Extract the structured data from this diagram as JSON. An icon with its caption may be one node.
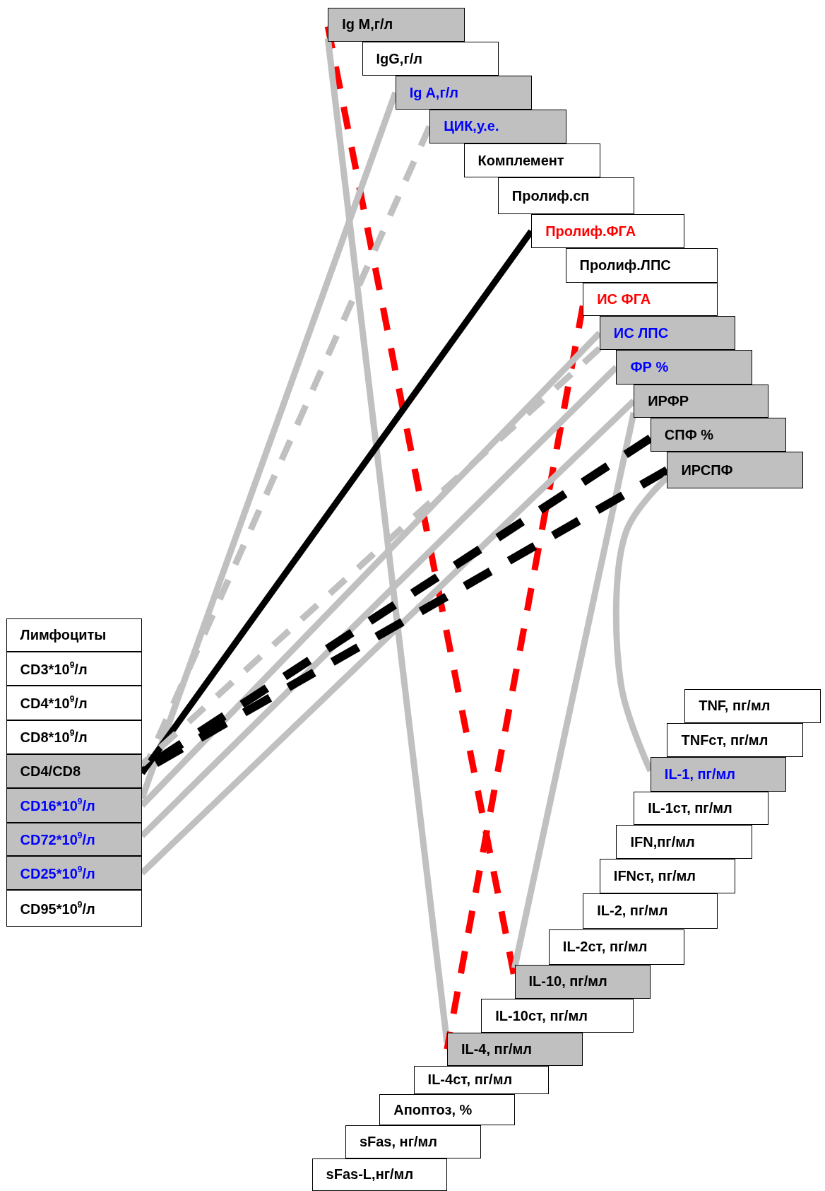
{
  "diagram": {
    "nodes": [
      {
        "text": [
          "Ig M,г/л"
        ]
      },
      {
        "text": [
          "IgG,г/л"
        ]
      },
      {
        "text": [
          "Ig A,г/л"
        ]
      },
      {
        "text": [
          "ЦИК,у.е."
        ]
      },
      {
        "text": [
          "Комплемент"
        ]
      },
      {
        "text": [
          "Пролиф.сп"
        ]
      },
      {
        "text": [
          "Пролиф.ФГА"
        ]
      },
      {
        "text": [
          "Пролиф.ЛПС"
        ]
      },
      {
        "text": [
          "ИС ФГА"
        ]
      },
      {
        "text": [
          "ИС ЛПС"
        ]
      },
      {
        "text": [
          "ФР %"
        ]
      },
      {
        "text": [
          "ИРФР"
        ]
      },
      {
        "text": [
          "СПФ %"
        ]
      },
      {
        "text": [
          "ИРСПФ"
        ]
      },
      {
        "text": [
          "Лимфоциты"
        ]
      },
      {
        "text": [
          "CD3*10$^{9}$/л"
        ]
      },
      {
        "text": [
          "CD4*10$^{9}$/л"
        ]
      },
      {
        "text": [
          "CD8*10$^{9}$/л"
        ]
      },
      {
        "text": [
          "CD4/CD8"
        ]
      },
      {
        "text": [
          "CD16*10$^{9}$/л"
        ]
      },
      {
        "text": [
          "CD72*10$^{9}$/л"
        ]
      },
      {
        "text": [
          "CD25*10$^{9}$/л"
        ]
      },
      {
        "text": [
          "CD95*10$^{9}$/л"
        ]
      },
      {
        "text": [
          "TNF, пг/мл"
        ]
      },
      {
        "text": [
          "TNFст, пг/мл"
        ]
      },
      {
        "text": [
          "IL-1, пг/мл"
        ]
      },
      {
        "text": [
          "IL-1ст, пг/мл"
        ]
      },
      {
        "text": [
          "IFN,пг/мл"
        ]
      },
      {
        "text": [
          "IFNст, пг/мл"
        ]
      },
      {
        "text": [
          "IL-2, пг/мл"
        ]
      },
      {
        "text": [
          "IL-2ст, пг/мл"
        ]
      },
      {
        "text": [
          "IL-10, пг/мл"
        ]
      },
      {
        "text": [
          "IL-10ст, пг/мл"
        ]
      },
      {
        "text": [
          "IL-4, пг/мл"
        ]
      },
      {
        "text": [
          "IL-4ст, пг/мл"
        ]
      },
      {
        "text": [
          "Апоптоз, %"
        ]
      },
      {
        "text": [
          "sFas, нг/мл"
        ]
      },
      {
        "text": [
          "sFas-L,нг/мл"
        ]
      }
    ],
    "edges": [
      {
        "from": 0,
        "to": 31,
        "arrow": "none",
        "style": "dashed",
        "color": "#ff0000"
      },
      {
        "from": 0,
        "to": 33,
        "arrow": "none"
      },
      {
        "from": 2,
        "to": 19,
        "arrow": "none"
      },
      {
        "from": 3,
        "to": 18,
        "arrow": "none",
        "style": "dashed"
      },
      {
        "from": 6,
        "to": 18,
        "arrow": "none",
        "color": "#000000"
      },
      {
        "from": 8,
        "to": 33,
        "arrow": "none",
        "style": "dashed",
        "color": "#ff0000"
      },
      {
        "from": 9,
        "to": 18,
        "arrow": "none",
        "style": "dashed"
      },
      {
        "from": 9,
        "to": 19,
        "arrow": "none"
      },
      {
        "from": 10,
        "to": 20,
        "arrow": "none"
      },
      {
        "from": 11,
        "to": 21,
        "arrow": "none"
      },
      {
        "from": 11,
        "to": 31,
        "arrow": "none"
      },
      {
        "from": 12,
        "to": 18,
        "arrow": "none",
        "style": "dashed",
        "color": "#000000"
      },
      {
        "from": 13,
        "to": 18,
        "arrow": "none",
        "style": "dashed",
        "color": "#000000"
      },
      {
        "from": 13,
        "to": 25,
        "arrow": "none"
      }
    ]
  }
}
